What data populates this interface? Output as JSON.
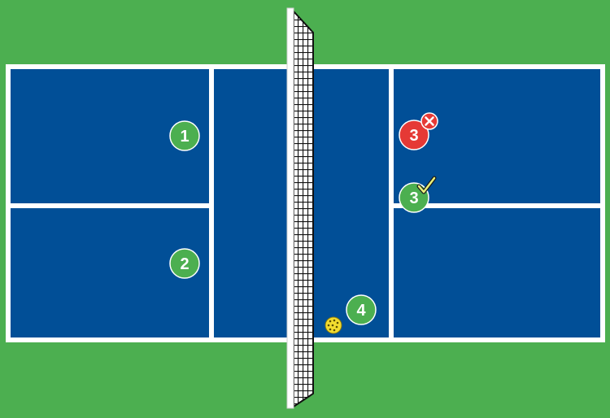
{
  "colors": {
    "grass": "#4caf50",
    "court": "#014f97",
    "lines": "#ffffff",
    "net_post": "#ffffff",
    "net_mesh": "#111111",
    "marker_good": "#4caf50",
    "marker_bad": "#e53935",
    "ball": "#f2dc2f"
  },
  "markers": [
    {
      "id": "1",
      "label": "1",
      "status": "good"
    },
    {
      "id": "2",
      "label": "2",
      "status": "good"
    },
    {
      "id": "3-bad",
      "label": "3",
      "status": "bad",
      "badge": "x-icon"
    },
    {
      "id": "3-good",
      "label": "3",
      "status": "good",
      "badge": "check-icon"
    },
    {
      "id": "4",
      "label": "4",
      "status": "good"
    }
  ],
  "ball": {
    "icon": "pickleball-icon"
  }
}
